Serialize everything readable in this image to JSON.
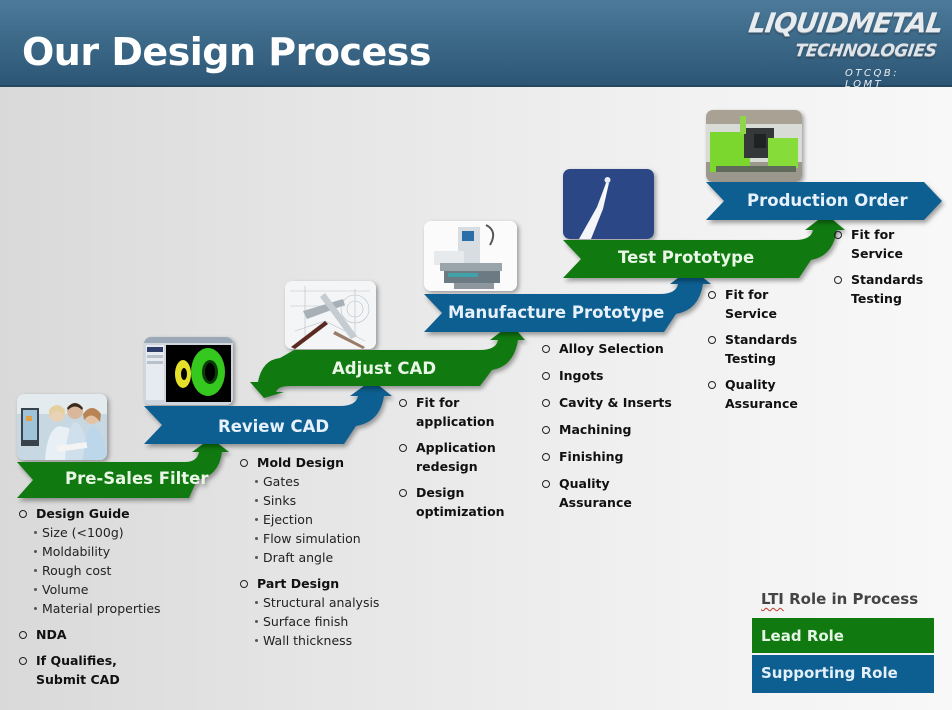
{
  "header": {
    "title": "Our Design Process",
    "logo": {
      "main": "LIQUIDMETAL",
      "sub": "TECHNOLOGIES",
      "ticker": "OTCQB: LQMT"
    }
  },
  "colors": {
    "lead_green": "#107a10",
    "support_blue": "#0e5f91",
    "header_blue": "#3c6888"
  },
  "steps": [
    {
      "label": "Pre-Sales Filter",
      "role": "lead",
      "image": "team-at-computer-photo",
      "items": [
        {
          "text": "Design Guide",
          "subs": [
            "Size (<100g)",
            "Moldability",
            "Rough cost",
            "Volume",
            "Material properties"
          ]
        },
        {
          "text": "NDA",
          "subs": []
        },
        {
          "text": "If Qualifies, Submit CAD",
          "subs": []
        }
      ]
    },
    {
      "label": "Review CAD",
      "role": "support",
      "image": "cad-gears-screenshot",
      "items": [
        {
          "text": "Mold Design",
          "subs": [
            "Gates",
            "Sinks",
            "Ejection",
            "Flow simulation",
            "Draft angle"
          ]
        },
        {
          "text": "Part Design",
          "subs": [
            "Structural analysis",
            "Surface finish",
            "Wall thickness"
          ]
        }
      ]
    },
    {
      "label": "Adjust CAD",
      "role": "lead",
      "image": "calipers-drawing-photo",
      "items": [
        {
          "text": "Fit for application",
          "subs": []
        },
        {
          "text": "Application redesign",
          "subs": []
        },
        {
          "text": "Design optimization",
          "subs": []
        }
      ]
    },
    {
      "label": "Manufacture Prototype",
      "role": "support",
      "image": "cnc-machine-photo",
      "items": [
        {
          "text": "Alloy Selection",
          "subs": []
        },
        {
          "text": "Ingots",
          "subs": []
        },
        {
          "text": "Cavity & Inserts",
          "subs": []
        },
        {
          "text": "Machining",
          "subs": []
        },
        {
          "text": "Finishing",
          "subs": []
        },
        {
          "text": "Quality Assurance",
          "subs": []
        }
      ]
    },
    {
      "label": "Test Prototype",
      "role": "lead",
      "image": "rocket-launch-photo",
      "items": [
        {
          "text": "Fit for Service",
          "subs": []
        },
        {
          "text": "Standards Testing",
          "subs": []
        },
        {
          "text": "Quality Assurance",
          "subs": []
        }
      ]
    },
    {
      "label": "Production Order",
      "role": "support",
      "image": "injection-molding-machine-photo",
      "items": [
        {
          "text": "Fit for Service",
          "subs": []
        },
        {
          "text": "Standards Testing",
          "subs": []
        }
      ]
    }
  ],
  "legend": {
    "title_prefix": "LTI",
    "title_rest": " Role in Process",
    "lead": "Lead Role",
    "support": "Supporting  Role"
  }
}
